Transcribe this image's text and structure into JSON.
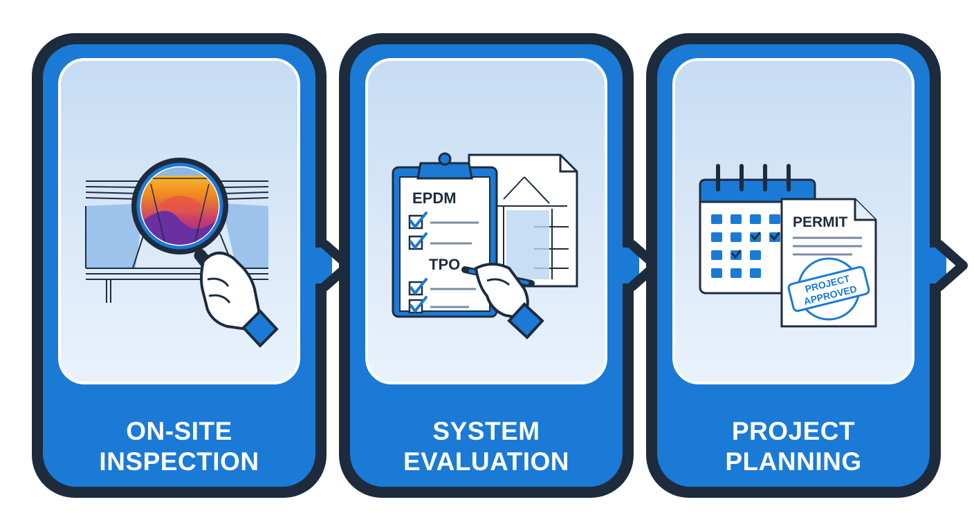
{
  "steps": [
    {
      "id": "inspection",
      "line1": "ON-SITE",
      "line2": "INSPECTION",
      "icon": "magnifier-roof-icon"
    },
    {
      "id": "evaluation",
      "line1": "SYSTEM",
      "line2": "EVALUATION",
      "icon": "clipboard-checklist-icon",
      "clipboard_items": [
        "EPDM",
        "TPO"
      ]
    },
    {
      "id": "planning",
      "line1": "PROJECT",
      "line2": "PLANNING",
      "icon": "calendar-permit-icon",
      "document_title": "PERMIT",
      "stamp_line1": "PROJECT",
      "stamp_line2": "APPROVED"
    }
  ],
  "connector_icon": "chevron-right-icon",
  "colors": {
    "frame": "#1e2b3d",
    "accent": "#1a7ad6",
    "panel": "#dbe9f8",
    "text": "#ffffff"
  }
}
